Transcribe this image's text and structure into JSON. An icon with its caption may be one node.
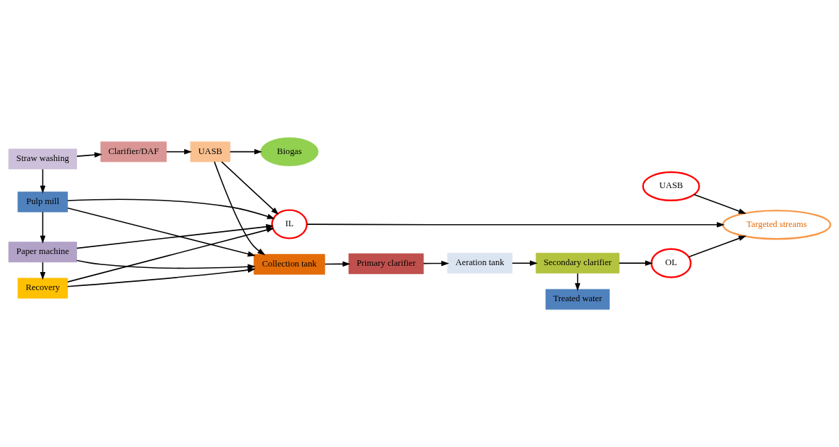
{
  "diagram": {
    "nodes": [
      {
        "text": [
          "Straw washing"
        ]
      },
      {
        "text": [
          "Clarifier/DAF"
        ]
      },
      {
        "text": [
          "UASB"
        ]
      },
      {
        "text": [
          "Biogas"
        ]
      },
      {
        "text": [
          "UASB"
        ]
      },
      {
        "text": [
          "Targeted streams"
        ]
      },
      {
        "text": [
          "Pulp mill"
        ]
      },
      {
        "text": [
          "Paper machine"
        ]
      },
      {
        "text": [
          "Recovery"
        ]
      },
      {
        "text": [
          "IL"
        ]
      },
      {
        "text": [
          "Collection tank"
        ]
      },
      {
        "text": [
          "Primary clarifier"
        ]
      },
      {
        "text": [
          "Aeration tank"
        ]
      },
      {
        "text": [
          "OL"
        ]
      },
      {
        "text": [
          "Treated water"
        ]
      },
      {
        "text": [
          "Secondary clarifier"
        ]
      }
    ],
    "edges": [
      {
        "from": 0,
        "to": 1,
        "arrow": "to"
      },
      {
        "from": 1,
        "to": 2,
        "arrow": "to"
      },
      {
        "from": 2,
        "to": 3,
        "arrow": "to"
      },
      {
        "from": 4,
        "to": 5,
        "arrow": "to"
      },
      {
        "from": 0,
        "to": 6,
        "arrow": "to"
      },
      {
        "from": 6,
        "to": 7,
        "arrow": "to"
      },
      {
        "from": 7,
        "to": 8,
        "arrow": "to"
      },
      {
        "from": 6,
        "to": 10,
        "arrow": "to"
      },
      {
        "from": 7,
        "to": 10,
        "arrow": "to"
      },
      {
        "from": 8,
        "to": 10,
        "arrow": "to"
      },
      {
        "from": 2,
        "to": 10,
        "arrow": "to"
      },
      {
        "from": 6,
        "to": 9,
        "arrow": "to"
      },
      {
        "from": 7,
        "to": 9,
        "arrow": "to"
      },
      {
        "from": 8,
        "to": 9,
        "arrow": "to"
      },
      {
        "from": 2,
        "to": 9,
        "arrow": "to"
      },
      {
        "from": 9,
        "to": 5,
        "arrow": "to"
      },
      {
        "from": 10,
        "to": 11,
        "arrow": "to"
      },
      {
        "from": 11,
        "to": 12,
        "arrow": "to"
      },
      {
        "from": 12,
        "to": 15,
        "arrow": "to"
      },
      {
        "from": 15,
        "to": 14,
        "arrow": "to"
      },
      {
        "from": 15,
        "to": 13,
        "arrow": "to"
      },
      {
        "from": 13,
        "to": 5,
        "arrow": "to"
      }
    ]
  }
}
